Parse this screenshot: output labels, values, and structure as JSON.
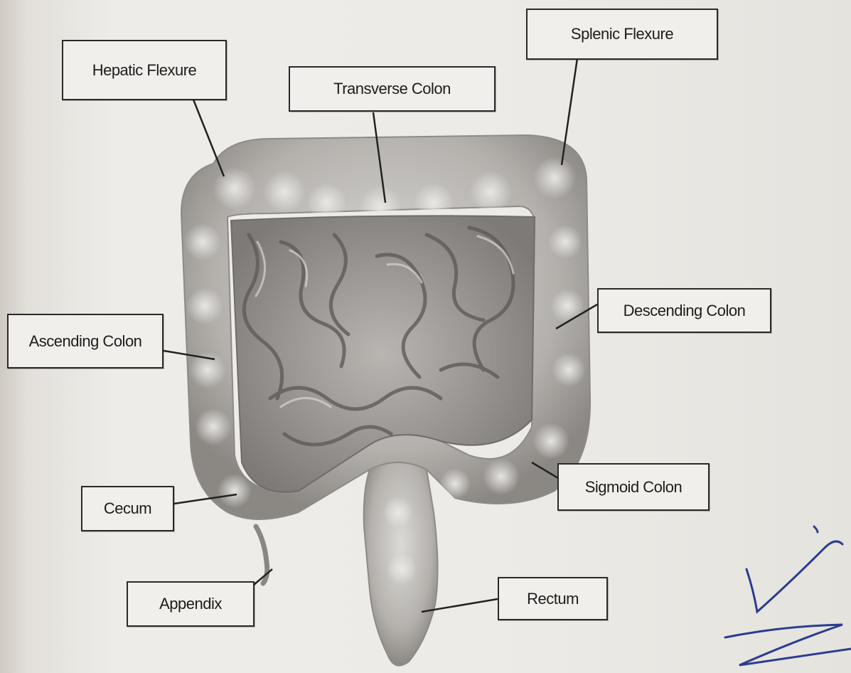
{
  "labels": {
    "hepatic_flexure": "Hepatic Flexure",
    "transverse_colon": "Transverse Colon",
    "splenic_flexure": "Splenic Flexure",
    "ascending_colon": "Ascending Colon",
    "descending_colon": "Descending Colon",
    "cecum": "Cecum",
    "sigmoid_colon": "Sigmoid Colon",
    "appendix": "Appendix",
    "rectum": "Rectum"
  },
  "colors": {
    "organ_light": "#d9d7d3",
    "organ_mid": "#a9a6a2",
    "organ_dark": "#5b5956",
    "ink": "#2a2a2a",
    "pen": "#2b3d8f"
  }
}
